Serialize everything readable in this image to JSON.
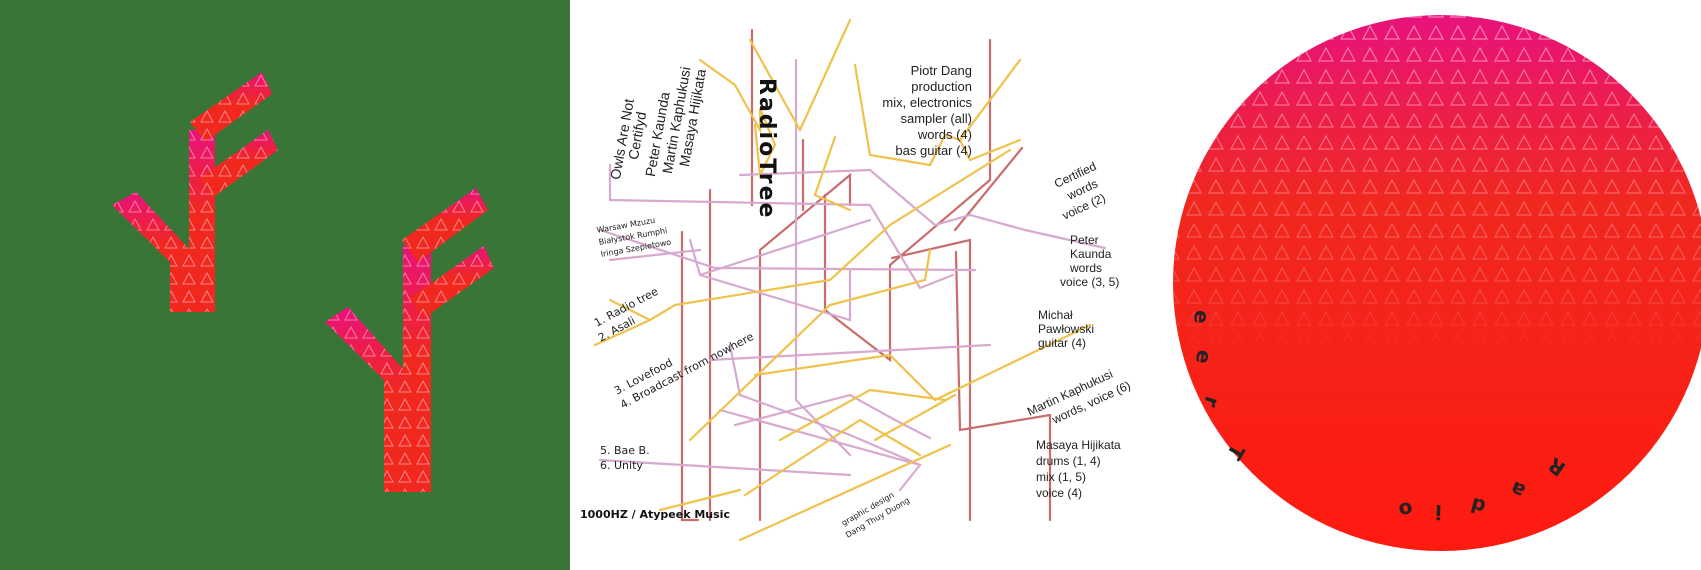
{
  "colors": {
    "green": "#3a7538",
    "red": "#f0281e",
    "magenta": "#e8127c",
    "pink_line": "#d8a9cf",
    "yellow_line": "#efc24b",
    "rose_line": "#c96c6c"
  },
  "back_cover": {
    "logo": "tree-glyph-logo"
  },
  "inner": {
    "title": "RadioTree",
    "artists": [
      "Owls Are Not",
      "Certifyd",
      "Peter Kaunda",
      "Martin Kaphukusi",
      "Masaya Hijikata"
    ],
    "places": [
      "Warsaw Mzuzu",
      "Białystok Rumphi",
      "Iringa Szepietowo"
    ],
    "tracks": [
      [
        "1. Radio tree",
        "2. Asali"
      ],
      [
        "3. Lovefood",
        "4. Broadcast from nowhere"
      ],
      [
        "5. Bae B.",
        "6. Unity"
      ]
    ],
    "label": "1000HZ / Atypeek Music",
    "design": [
      "graphic design",
      "Dang Thuy Duong"
    ],
    "credits": [
      [
        "Piotr Dang",
        "production",
        "mix, electronics",
        "sampler (all)",
        "words (4)",
        "bas guitar (4)"
      ],
      [
        "Certified",
        "words",
        "voice (2)"
      ],
      [
        "Peter",
        "Kaunda",
        "words",
        "voice (3, 5)"
      ],
      [
        "Michał",
        "Pawłowski",
        "guitar (4)"
      ],
      [
        "Martin Kaphukusi",
        "words, voice (6)"
      ],
      [
        "Masaya Hijikata",
        "drums (1, 4)",
        "mix (1, 5)",
        "voice (4)"
      ]
    ]
  },
  "disc": {
    "letters": [
      "R",
      "a",
      "d",
      "i",
      "o",
      "T",
      "r",
      "e",
      "e"
    ]
  }
}
